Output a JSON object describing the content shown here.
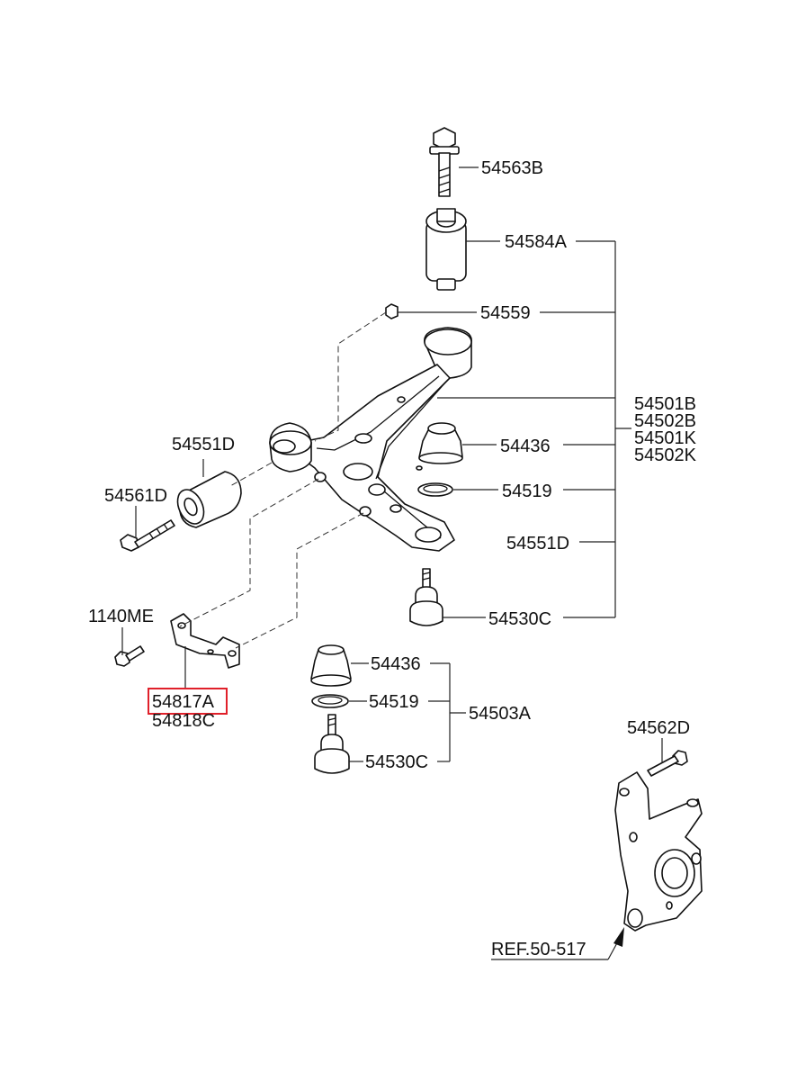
{
  "labels": {
    "bolt_top": "54563B",
    "bushing_top": "54584A",
    "nut": "54559",
    "arm_group_1": "54501B",
    "arm_group_2": "54502B",
    "arm_group_3": "54501K",
    "arm_group_4": "54502K",
    "boot_upper": "54436",
    "ring_upper": "54519",
    "bushing_front_right": "54551D",
    "balljoint_upper": "54530C",
    "bushing_front_left": "54551D",
    "bolt_left": "54561D",
    "bolt_bracket": "1140ME",
    "bracket_highlighted": "54817A",
    "bracket_alt": "54818C",
    "boot_lower": "54436",
    "ring_lower": "54519",
    "balljoint_kit": "54503A",
    "balljoint_lower": "54530C",
    "knuckle_bolt": "54562D",
    "reference": "REF.50-517"
  },
  "colors": {
    "highlight": "#e0202a",
    "line": "#222222"
  }
}
